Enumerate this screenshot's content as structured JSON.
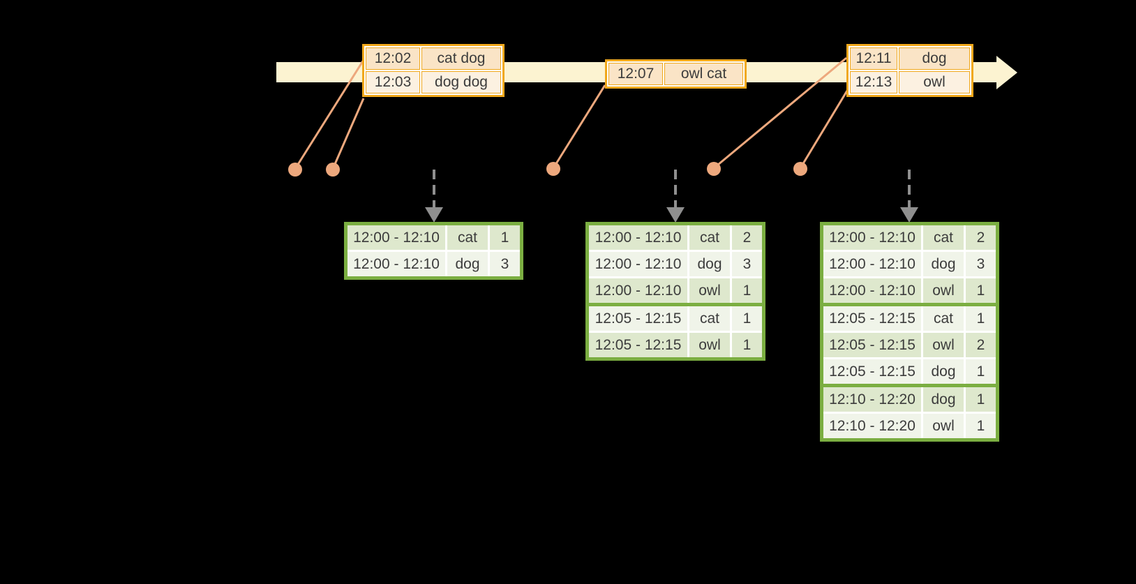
{
  "colors": {
    "timeline_fill": "#FCF3D1",
    "event_border": "#F0A81C",
    "event_row_fill_1": "#FAE4C6",
    "event_row_fill_2": "#FCF1E1",
    "result_border": "#7BAE41",
    "result_row_fill_1": "#DEE8CD",
    "result_row_fill_2": "#F0F4E9",
    "connector": "#EDA87D",
    "arrow_gray": "#8F8F8F",
    "text": "#3C3C3C"
  },
  "event_tables": [
    {
      "rows": [
        {
          "time": "12:02",
          "words": "cat dog"
        },
        {
          "time": "12:03",
          "words": "dog dog"
        }
      ]
    },
    {
      "rows": [
        {
          "time": "12:07",
          "words": "owl cat"
        }
      ]
    },
    {
      "rows": [
        {
          "time": "12:11",
          "words": "dog"
        },
        {
          "time": "12:13",
          "words": "owl"
        }
      ]
    }
  ],
  "result_tables": [
    {
      "groups": [
        2
      ],
      "rows": [
        {
          "window": "12:00 - 12:10",
          "word": "cat",
          "count": "1"
        },
        {
          "window": "12:00 - 12:10",
          "word": "dog",
          "count": "3"
        }
      ]
    },
    {
      "groups": [
        3,
        2
      ],
      "rows": [
        {
          "window": "12:00 - 12:10",
          "word": "cat",
          "count": "2"
        },
        {
          "window": "12:00 - 12:10",
          "word": "dog",
          "count": "3"
        },
        {
          "window": "12:00 - 12:10",
          "word": "owl",
          "count": "1"
        },
        {
          "window": "12:05 - 12:15",
          "word": "cat",
          "count": "1"
        },
        {
          "window": "12:05 - 12:15",
          "word": "owl",
          "count": "1"
        }
      ]
    },
    {
      "groups": [
        3,
        3,
        2
      ],
      "rows": [
        {
          "window": "12:00 - 12:10",
          "word": "cat",
          "count": "2"
        },
        {
          "window": "12:00 - 12:10",
          "word": "dog",
          "count": "3"
        },
        {
          "window": "12:00 - 12:10",
          "word": "owl",
          "count": "1"
        },
        {
          "window": "12:05 - 12:15",
          "word": "cat",
          "count": "1"
        },
        {
          "window": "12:05 - 12:15",
          "word": "owl",
          "count": "2"
        },
        {
          "window": "12:05 - 12:15",
          "word": "dog",
          "count": "1"
        },
        {
          "window": "12:10 - 12:20",
          "word": "dog",
          "count": "1"
        },
        {
          "window": "12:10 - 12:20",
          "word": "owl",
          "count": "1"
        }
      ]
    }
  ]
}
